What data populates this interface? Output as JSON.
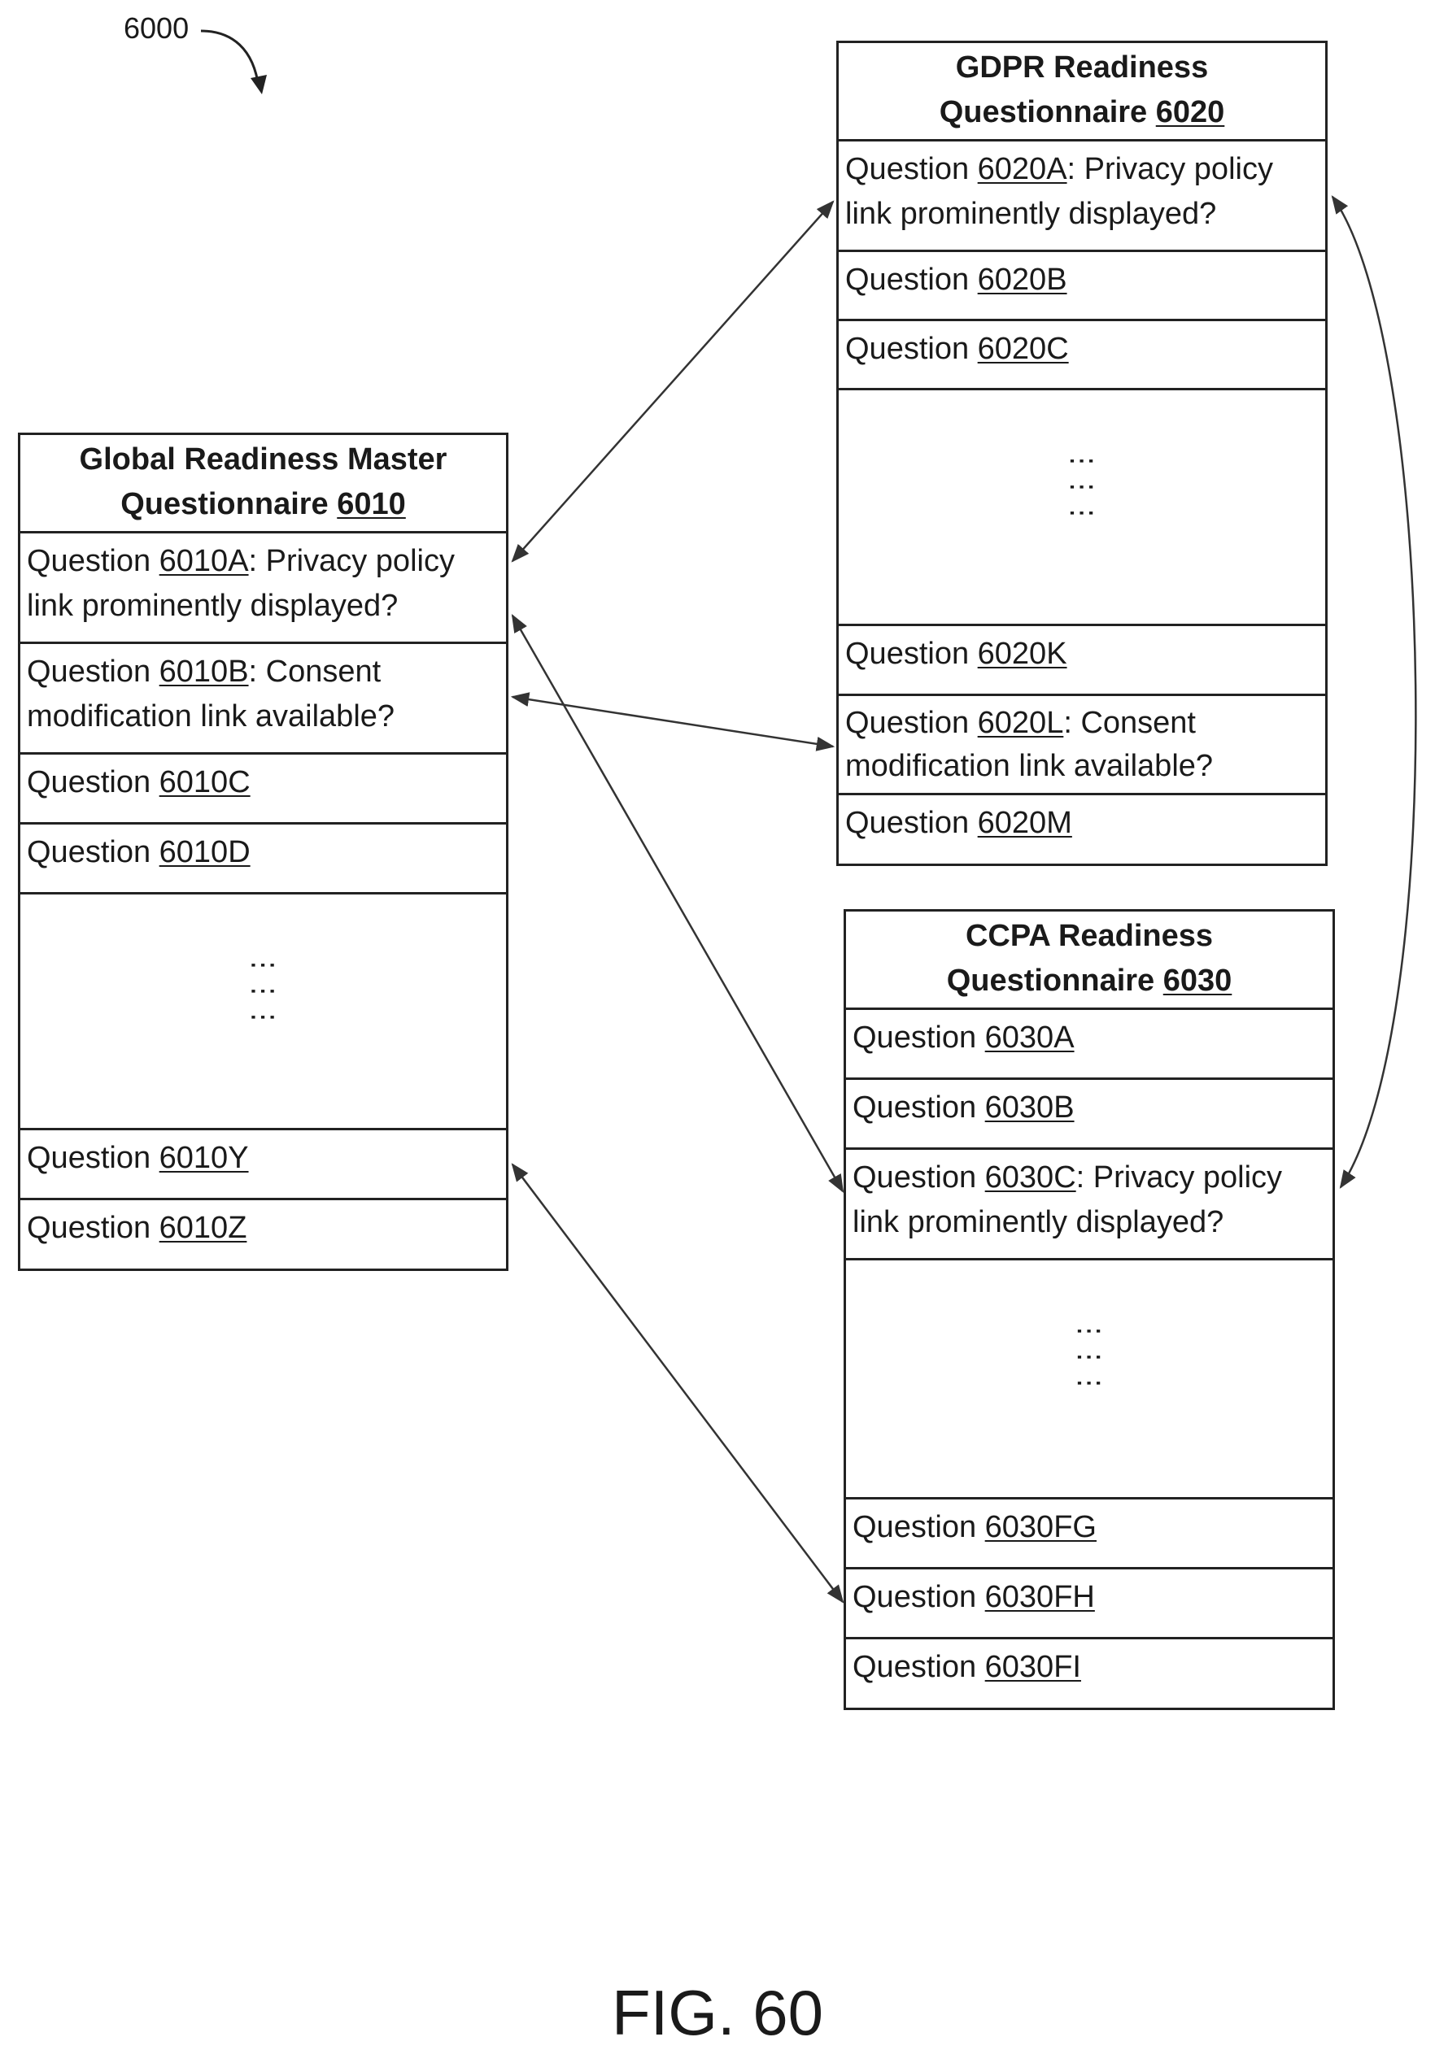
{
  "figure_ref": "6000",
  "figure_caption": "FIG. 60",
  "master": {
    "title_line1": "Global Readiness Master",
    "title_prefix": "Questionnaire ",
    "title_num": "6010",
    "rows": [
      {
        "prefix": "Question ",
        "num": "6010A",
        "suffix": ": Privacy policy",
        "line2": "link prominently displayed?"
      },
      {
        "prefix": "Question ",
        "num": "6010B",
        "suffix": ": Consent",
        "line2": "modification link available?"
      },
      {
        "prefix": "Question ",
        "num": "6010C",
        "suffix": "",
        "line2": ""
      },
      {
        "prefix": "Question ",
        "num": "6010D",
        "suffix": "",
        "line2": ""
      },
      {
        "prefix": "Question ",
        "num": "6010Y",
        "suffix": "",
        "line2": ""
      },
      {
        "prefix": "Question ",
        "num": "6010Z",
        "suffix": "",
        "line2": ""
      }
    ]
  },
  "gdpr": {
    "title_line1": "GDPR Readiness",
    "title_prefix": "Questionnaire ",
    "title_num": "6020",
    "rows": [
      {
        "prefix": "Question ",
        "num": "6020A",
        "suffix": ": Privacy policy",
        "line2": "link prominently displayed?"
      },
      {
        "prefix": "Question ",
        "num": "6020B",
        "suffix": "",
        "line2": ""
      },
      {
        "prefix": "Question ",
        "num": "6020C",
        "suffix": "",
        "line2": ""
      },
      {
        "prefix": "Question ",
        "num": "6020K",
        "suffix": "",
        "line2": ""
      },
      {
        "prefix": "Question ",
        "num": "6020L",
        "suffix": ": Consent",
        "line2": "modification link available?"
      },
      {
        "prefix": "Question ",
        "num": "6020M",
        "suffix": "",
        "line2": ""
      }
    ]
  },
  "ccpa": {
    "title_line1": "CCPA Readiness",
    "title_prefix": "Questionnaire ",
    "title_num": "6030",
    "rows": [
      {
        "prefix": "Question ",
        "num": "6030A",
        "suffix": "",
        "line2": ""
      },
      {
        "prefix": "Question ",
        "num": "6030B",
        "suffix": "",
        "line2": ""
      },
      {
        "prefix": "Question ",
        "num": "6030C",
        "suffix": ": Privacy policy",
        "line2": "link prominently displayed?"
      },
      {
        "prefix": "Question ",
        "num": "6030FG",
        "suffix": "",
        "line2": ""
      },
      {
        "prefix": "Question ",
        "num": "6030FH",
        "suffix": "",
        "line2": ""
      },
      {
        "prefix": "Question ",
        "num": "6030FI",
        "suffix": "",
        "line2": ""
      }
    ]
  },
  "ellipsis": "⋮⋮⋮"
}
